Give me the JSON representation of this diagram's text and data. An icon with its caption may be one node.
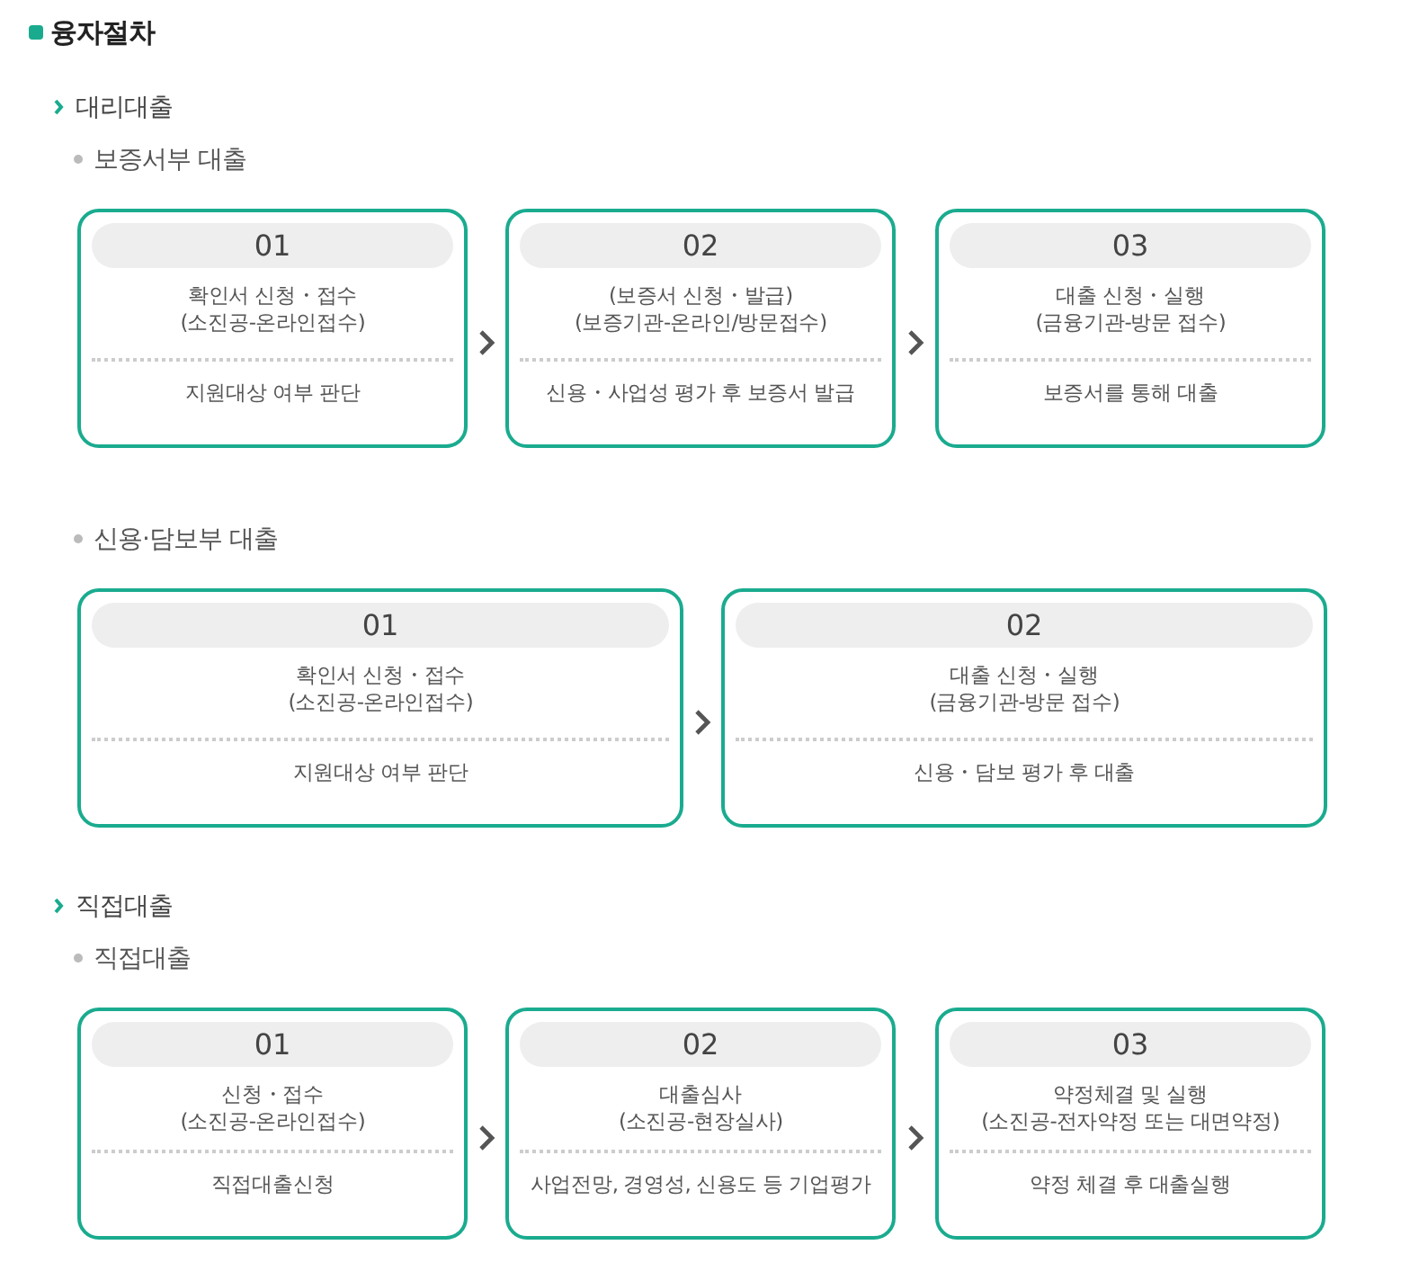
{
  "diagram": {
    "title": "융자절차",
    "nodes": [
      {
        "text": [
          "01",
          "확인서 신청・접수 (소진공-온라인접수)",
          "지원대상 여부 판단"
        ]
      },
      {
        "text": [
          "02",
          "(보증서 신청・발급) (보증기관-온라인/방문접수)",
          "신용・사업성 평가 후 보증서 발급"
        ]
      },
      {
        "text": [
          "03",
          "대출 신청・실행 (금융기관-방문 접수)",
          "보증서를 통해 대출"
        ]
      },
      {
        "text": [
          "01",
          "확인서 신청・접수 (소진공-온라인접수)",
          "지원대상 여부 판단"
        ]
      },
      {
        "text": [
          "02",
          "대출 신청・실행 (금융기관-방문 접수)",
          "신용・담보 평가 후 대출"
        ]
      },
      {
        "text": [
          "01",
          "신청・접수 (소진공-온라인접수)",
          "직접대출신청"
        ]
      },
      {
        "text": [
          "02",
          "대출심사 (소진공-현장실사)",
          "사업전망, 경영성, 신용도 등 기업평가"
        ]
      },
      {
        "text": [
          "03",
          "약정체결 및 실행 (소진공-전자약정 또는 대면약정)",
          "약정 체결 후 대출실행"
        ]
      }
    ],
    "edges": [
      {
        "from": 0,
        "to": 1,
        "arrow": "to"
      },
      {
        "from": 1,
        "to": 2,
        "arrow": "to"
      },
      {
        "from": 3,
        "to": 4,
        "arrow": "to"
      },
      {
        "from": 5,
        "to": 6,
        "arrow": "to"
      },
      {
        "from": 6,
        "to": 7,
        "arrow": "to"
      }
    ],
    "labels": [
      "대리대출",
      "보증서부 대출",
      "신용·담보부 대출",
      "직접대출",
      "직접대출"
    ]
  }
}
